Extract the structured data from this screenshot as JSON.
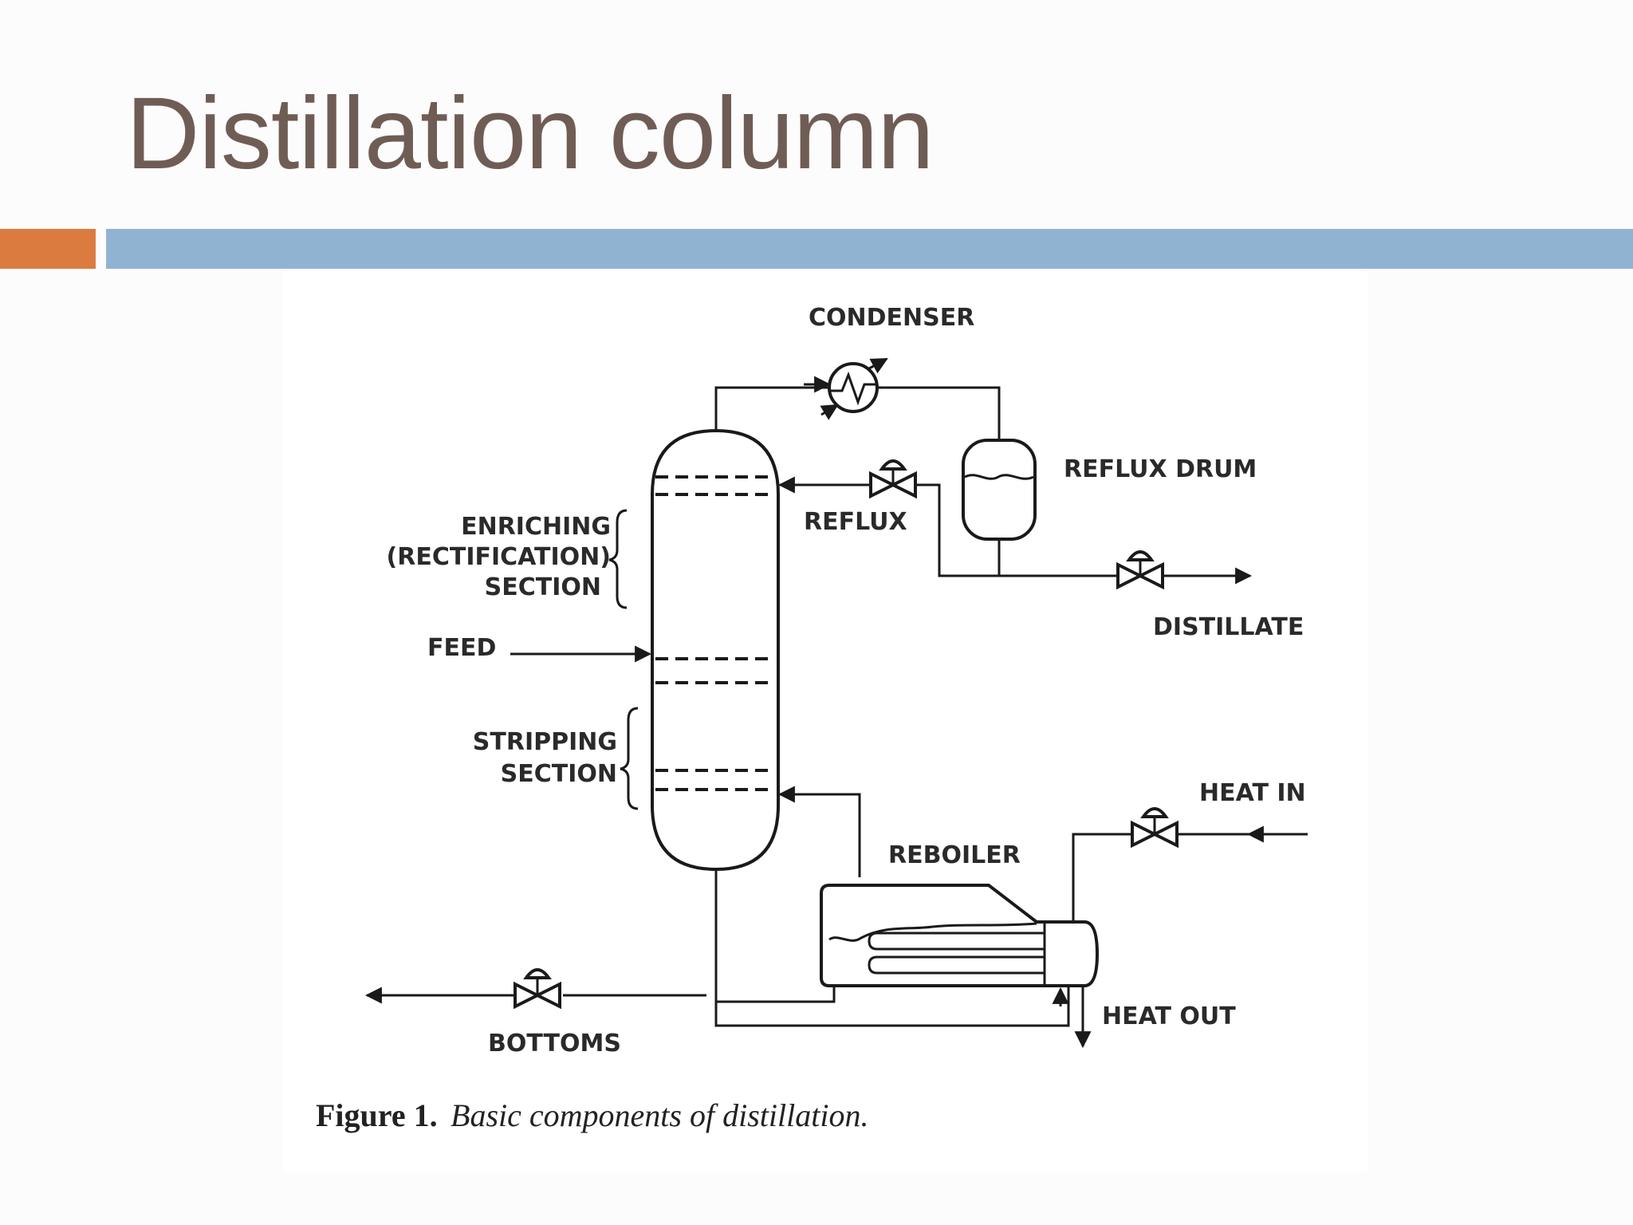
{
  "slide": {
    "title": "Distillation column",
    "colors": {
      "title": "#6f5d55",
      "accent_orange": "#dc7b40",
      "accent_blue": "#91b3d2"
    }
  },
  "diagram": {
    "labels": {
      "condenser": "CONDENSER",
      "reflux_drum": "REFLUX DRUM",
      "reflux": "REFLUX",
      "distillate": "DISTILLATE",
      "enriching_1": "ENRICHING",
      "enriching_2": "(RECTIFICATION)",
      "enriching_3": "SECTION",
      "feed": "FEED",
      "stripping_1": "STRIPPING",
      "stripping_2": "SECTION",
      "reboiler": "REBOILER",
      "heat_in": "HEAT IN",
      "heat_out": "HEAT OUT",
      "bottoms": "BOTTOMS"
    },
    "caption": {
      "prefix": "Figure 1.",
      "text": "Basic components of distillation."
    }
  }
}
